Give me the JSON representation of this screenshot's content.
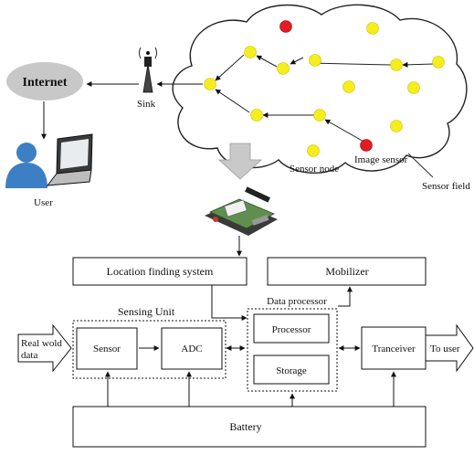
{
  "top": {
    "internet_label": "Internet",
    "sink_label": "Sink",
    "user_label": "User",
    "sensor_node_label": "Sensor node",
    "image_sensor_label": "Image sensor",
    "sensor_field_label": "Sensor field"
  },
  "blocks": {
    "location_finding": "Location finding system",
    "mobilizer": "Mobilizer",
    "sensing_unit": "Sensing Unit",
    "data_processor": "Data processor",
    "sensor": "Sensor",
    "adc": "ADC",
    "processor": "Processor",
    "storage": "Storage",
    "tranceiver": "Tranceiver",
    "battery": "Battery",
    "real_world_line1": "Real wold",
    "real_world_line2": "data",
    "to_user": "To user"
  },
  "colors": {
    "sensor_node": "#f5ee1c",
    "image_sensor": "#e31b23",
    "internet_ellipse": "#c8c8c8",
    "user_blue": "#3d7fc4",
    "down_arrow": "#c9c9c9"
  }
}
